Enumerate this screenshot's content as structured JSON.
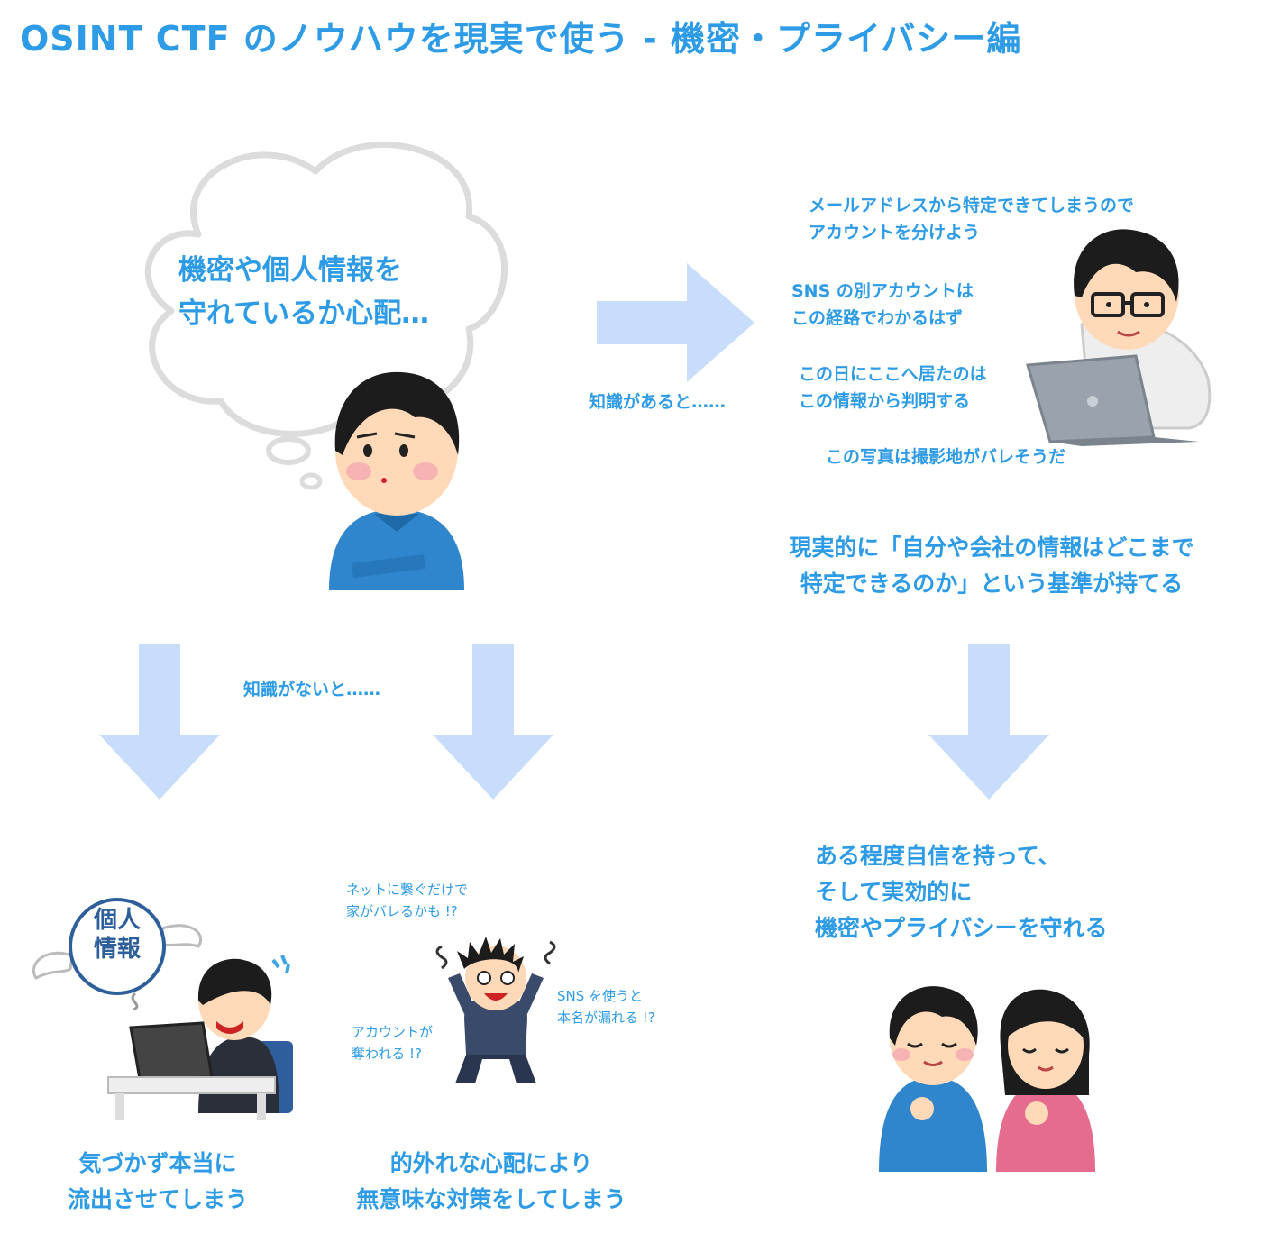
{
  "title": "OSINT CTF のノウハウを現実で使う - 機密・プライバシー編",
  "worry": {
    "line1": "機密や個人情報を",
    "line2": "守れているか心配…"
  },
  "with_knowledge": {
    "label": "知識があると……",
    "thoughts": [
      {
        "line1": "メールアドレスから特定できてしまうので",
        "line2": "アカウントを分けよう"
      },
      {
        "line1": "SNS の別アカウントは",
        "line2": "この経路でわかるはず"
      },
      {
        "line1": "この日にここへ居たのは",
        "line2": "この情報から判明する"
      },
      {
        "line1": "この写真は撮影地がバレそうだ",
        "line2": ""
      }
    ],
    "result_line1": "現実的に「自分や会社の情報はどこまで",
    "result_line2": "特定できるのか」という基準が持てる",
    "outcome_line1": "ある程度自信を持って、",
    "outcome_line2": "そして実効的に",
    "outcome_line3": "機密やプライバシーを守れる"
  },
  "without_knowledge": {
    "label": "知識がないと……",
    "badge_line1": "個人",
    "badge_line2": "情報",
    "left_result_line1": "気づかず本当に",
    "left_result_line2": "流出させてしまう",
    "worries": [
      {
        "line1": "ネットに繋ぐだけで",
        "line2": "家がバレるかも !?"
      },
      {
        "line1": "SNS を使うと",
        "line2": "本名が漏れる !?"
      },
      {
        "line1": "アカウントが",
        "line2": "奪われる !?"
      }
    ],
    "right_result_line1": "的外れな心配により",
    "right_result_line2": "無意味な対策をしてしまう"
  },
  "colors": {
    "text": "#2e9be6",
    "arrow": "#c7ddfb",
    "shirt_blue": "#2f86cc",
    "shirt_pink": "#e56b8f"
  }
}
